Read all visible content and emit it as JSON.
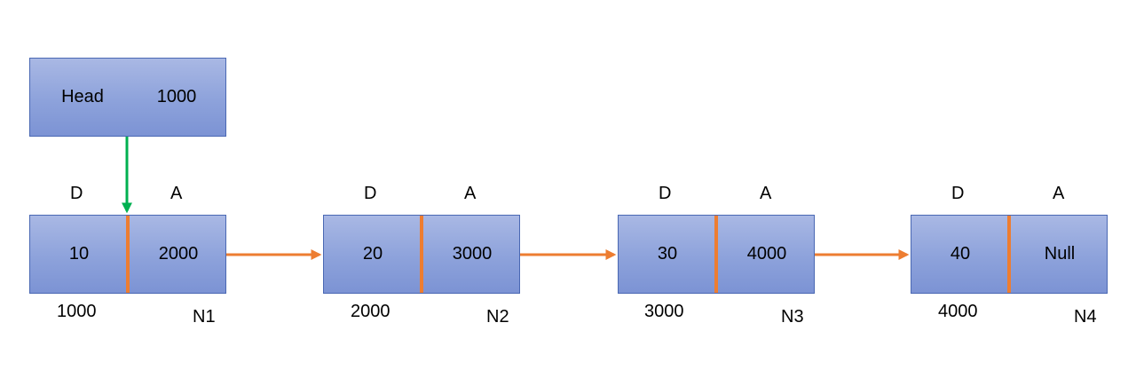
{
  "head": {
    "label": "Head",
    "value": "1000"
  },
  "field_labels": {
    "data": "D",
    "address": "A"
  },
  "nodes": [
    {
      "data": "10",
      "next": "2000",
      "address": "1000",
      "name": "N1"
    },
    {
      "data": "20",
      "next": "3000",
      "address": "2000",
      "name": "N2"
    },
    {
      "data": "30",
      "next": "4000",
      "address": "3000",
      "name": "N3"
    },
    {
      "data": "40",
      "next": "Null",
      "address": "4000",
      "name": "N4"
    }
  ],
  "colors": {
    "node_fill": "#8da2db",
    "node_border": "#4a68b3",
    "divider": "#ed7d31",
    "link_arrow": "#ed7d31",
    "head_arrow": "#00b050"
  }
}
